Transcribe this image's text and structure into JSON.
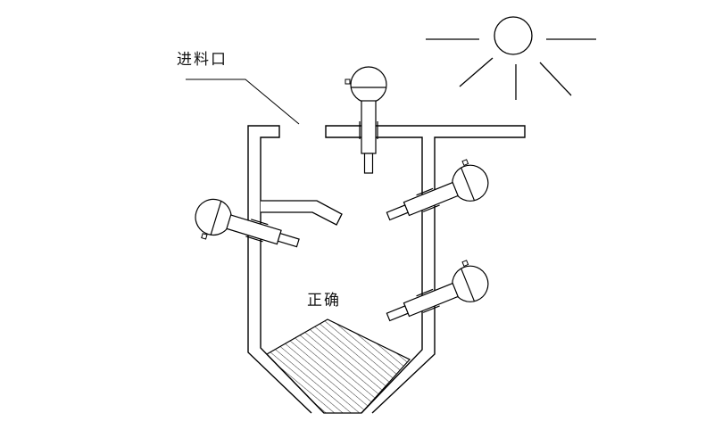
{
  "labels": {
    "feed_inlet": "进料口",
    "status": "正确"
  },
  "colors": {
    "stroke": "#000000",
    "background": "#ffffff"
  },
  "components": {
    "sensors": [
      "top-sensor",
      "left-sensor",
      "right-upper-sensor",
      "right-lower-sensor"
    ],
    "icons": [
      "sun-icon"
    ]
  }
}
